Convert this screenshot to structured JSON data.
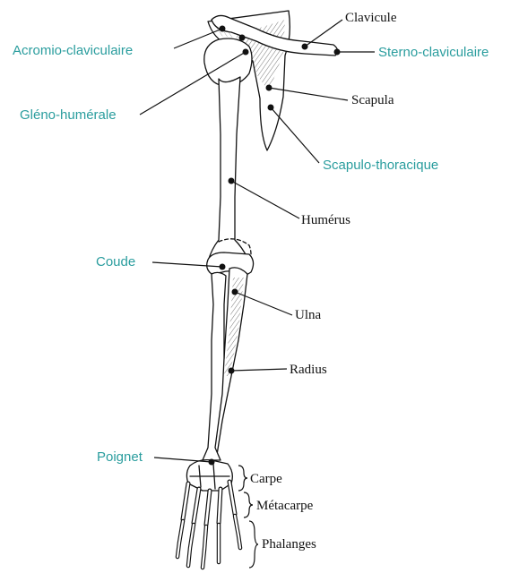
{
  "colors": {
    "joint_label": "#2a9d9e",
    "bone_label": "#111111",
    "line": "#111111",
    "bone_fill": "#ffffff",
    "shading": "#555555"
  },
  "labels": {
    "clavicule": "Clavicule",
    "sterno_claviculaire": "Sterno-claviculaire",
    "acromio_claviculaire": "Acromio-claviculaire",
    "scapula": "Scapula",
    "gleno_humerale": "Gléno-humérale",
    "scapulo_thoracique": "Scapulo-thoracique",
    "humerus": "Humérus",
    "coude": "Coude",
    "ulna": "Ulna",
    "radius": "Radius",
    "poignet": "Poignet",
    "carpe": "Carpe",
    "metacarpe": "Métacarpe",
    "phalanges": "Phalanges"
  }
}
